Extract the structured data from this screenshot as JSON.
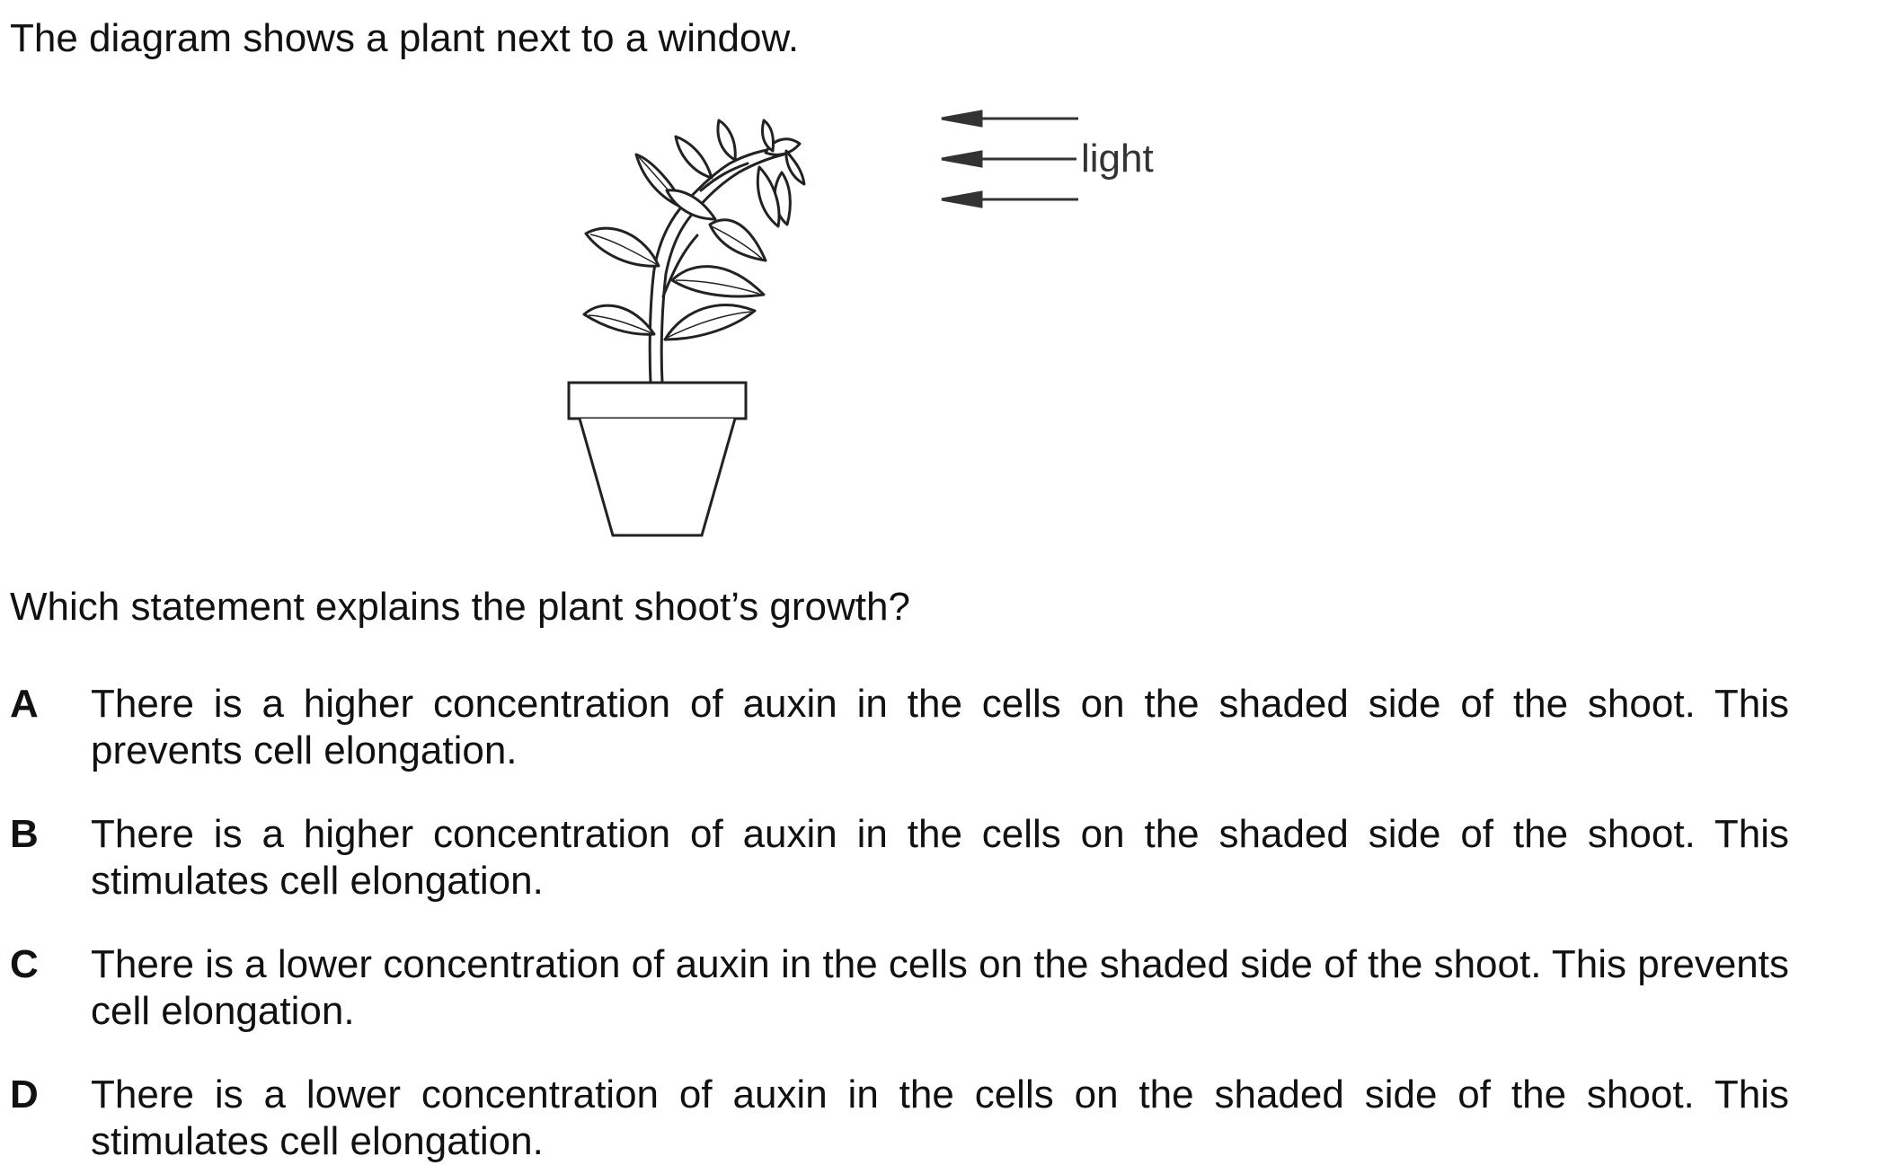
{
  "intro": "The diagram shows a plant next to a window.",
  "figure": {
    "light_label": "light",
    "icons": [
      "potted-plant",
      "light-arrows"
    ]
  },
  "question": "Which statement explains the plant shoot’s growth?",
  "options": [
    {
      "letter": "A",
      "text": "There is a higher concentration of auxin in the cells on the shaded side of the shoot. This prevents cell elongation."
    },
    {
      "letter": "B",
      "text": "There is a higher concentration of auxin in the cells on the shaded side of the shoot. This stimulates cell elongation."
    },
    {
      "letter": "C",
      "text": "There is a lower concentration of auxin in the cells on the shaded side of the shoot. This prevents cell elongation."
    },
    {
      "letter": "D",
      "text": "There is a lower concentration of auxin in the cells on the shaded side of the shoot. This stimulates cell elongation."
    }
  ]
}
